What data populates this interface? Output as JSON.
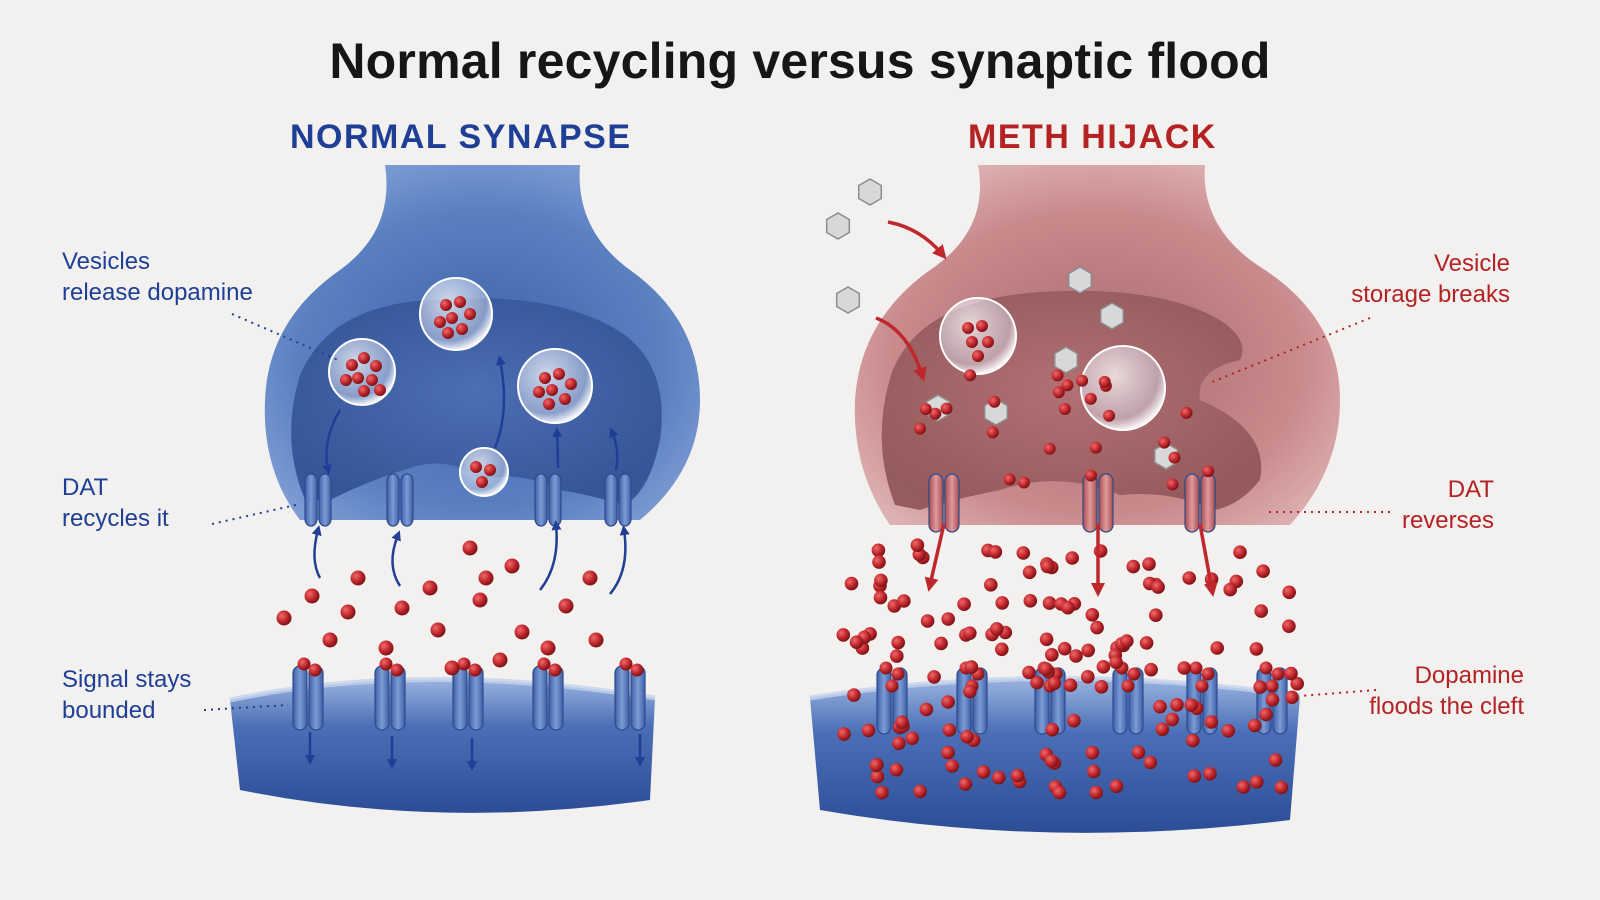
{
  "title": "Normal recycling versus synaptic flood",
  "panels": {
    "normal": {
      "heading": "NORMAL SYNAPSE",
      "labels": {
        "vesicles_line1": "Vesicles",
        "vesicles_line2": "release dopamine",
        "dat_line1": "DAT",
        "dat_line2": "recycles it",
        "signal_line1": "Signal stays",
        "signal_line2": "bounded"
      }
    },
    "meth": {
      "heading": "METH HIJACK",
      "labels": {
        "vesicle_line1": "Vesicle",
        "vesicle_line2": "storage breaks",
        "dat_line1": "DAT",
        "dat_line2": "reverses",
        "flood_line1": "Dopamine",
        "flood_line2": "floods the cleft"
      }
    }
  },
  "colors": {
    "normal_accent": "#1f3f96",
    "meth_accent": "#b52224",
    "dopamine": "#c0272d",
    "normal_terminal": "#5a80c2",
    "meth_terminal": "#c98a8c",
    "receptor": "#5b7fc4"
  }
}
